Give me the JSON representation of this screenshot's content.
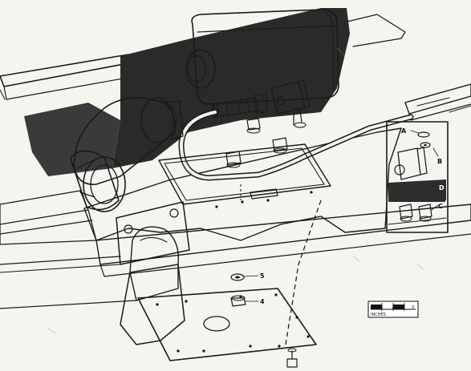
{
  "callouts": {
    "a": "A",
    "b": "B",
    "c": "C",
    "d": "D",
    "five": "5",
    "four": "4"
  },
  "scale": {
    "ticks": [
      "1",
      "2",
      "3"
    ],
    "unit": "INCHES"
  }
}
